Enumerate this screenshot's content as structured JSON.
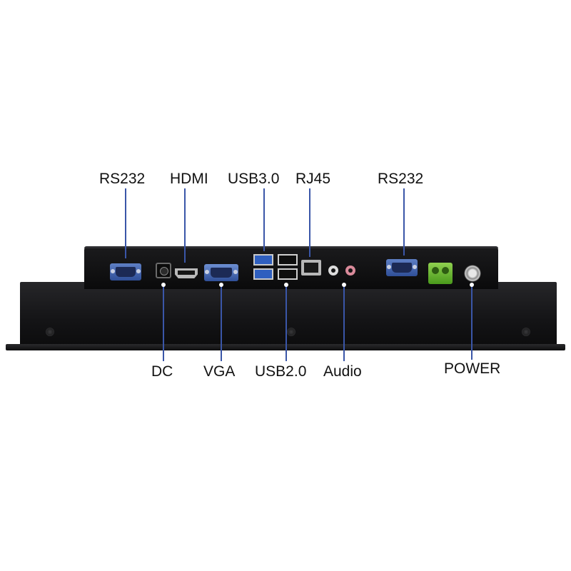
{
  "labels_top": {
    "rs232_left": "RS232",
    "hdmi": "HDMI",
    "usb3": "USB3.0",
    "rj45": "RJ45",
    "rs232_right": "RS232"
  },
  "labels_bottom": {
    "dc": "DC",
    "vga": "VGA",
    "usb2": "USB2.0",
    "audio": "Audio",
    "power": "POWER"
  },
  "colors": {
    "leader": "#3a56a8",
    "chassis": "#141416",
    "serial_port": "#3b5ca8",
    "terminal": "#5fae28"
  }
}
